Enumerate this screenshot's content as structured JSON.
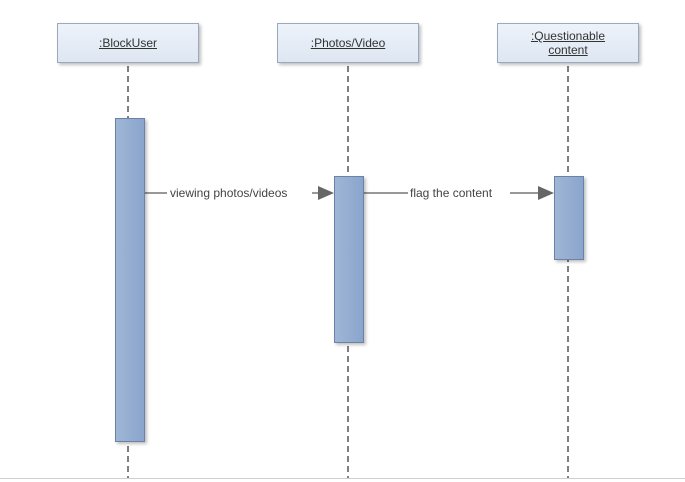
{
  "lifelines": [
    {
      "id": "blockuser",
      "label": ":BlockUser"
    },
    {
      "id": "photos",
      "label": ":Photos/Video"
    },
    {
      "id": "questionable",
      "label": ":Questionable\ncontent"
    }
  ],
  "messages": [
    {
      "from": "blockuser",
      "to": "photos",
      "label": "viewing photos/videos"
    },
    {
      "from": "photos",
      "to": "questionable",
      "label": "flag the content"
    }
  ],
  "colors": {
    "lifeline_line": "#555555",
    "activation_fill": "#8fa9cf",
    "head_fill": "#e4ebf5",
    "arrow": "#666666"
  }
}
